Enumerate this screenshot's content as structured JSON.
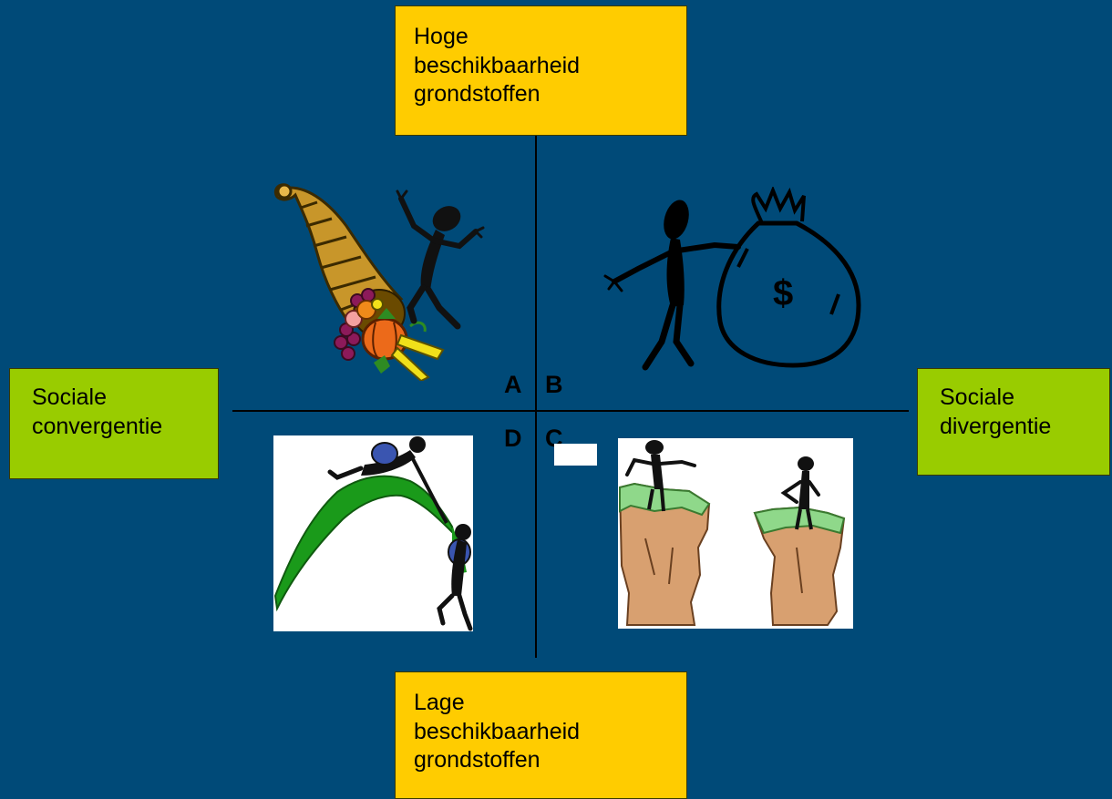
{
  "axes": {
    "top": [
      "Hoge",
      "beschikbaarheid",
      "grondstoffen"
    ],
    "bottom": [
      "Lage",
      "beschikbaarheid",
      "grondstoffen"
    ],
    "left": [
      "Sociale",
      "convergentie"
    ],
    "right": [
      "Sociale",
      "divergentie"
    ]
  },
  "quadrants": {
    "a": "A",
    "b": "B",
    "c": "C",
    "d": "D"
  },
  "colors": {
    "background": "#004a78",
    "vertical_axis_box": "#ffcc00",
    "horizontal_axis_box": "#99cc00"
  },
  "icons": {
    "a": "cornucopia-dancing-figure-icon",
    "b": "figure-with-money-bag-icon",
    "c": "figures-on-separate-cliffs-icon",
    "d": "climbers-helping-each-other-icon"
  }
}
